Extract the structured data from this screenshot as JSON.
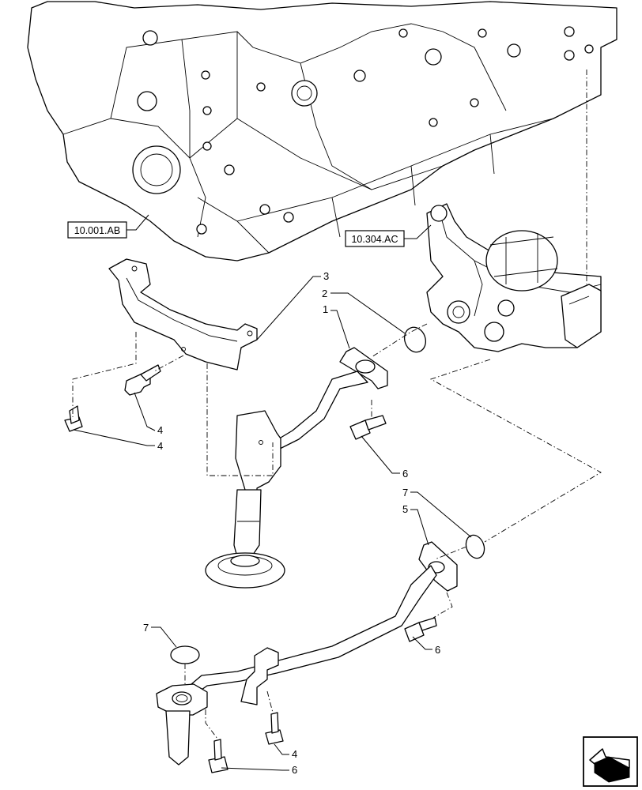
{
  "references": [
    {
      "id": "ref-engine-block",
      "text": "10.001.AB"
    },
    {
      "id": "ref-oil-pump",
      "text": "10.304.AC"
    }
  ],
  "callouts": [
    {
      "key": "suction-pipe-upper",
      "text": "1"
    },
    {
      "key": "o-ring-upper",
      "text": "2"
    },
    {
      "key": "bracket",
      "text": "3"
    },
    {
      "key": "bolt-bracket-a",
      "text": "4"
    },
    {
      "key": "bolt-bracket-b",
      "text": "4"
    },
    {
      "key": "suction-pipe-lower",
      "text": "5"
    },
    {
      "key": "bolt-pipe-upper",
      "text": "6"
    },
    {
      "key": "o-ring-mid",
      "text": "7"
    },
    {
      "key": "o-ring-lower",
      "text": "7"
    },
    {
      "key": "bolt-pipe-lower",
      "text": "6"
    },
    {
      "key": "bolt-bottom-a",
      "text": "4"
    },
    {
      "key": "bolt-bottom-b",
      "text": "6"
    }
  ],
  "nav_icon": "next-page-arrow-icon"
}
